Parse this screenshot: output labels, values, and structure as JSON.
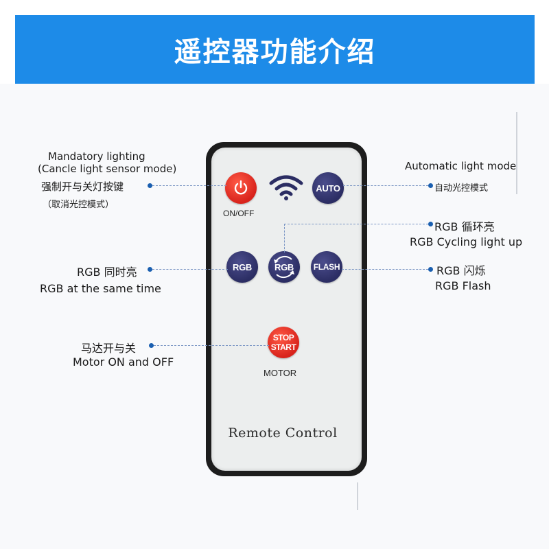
{
  "banner": {
    "title": "遥控器功能介绍"
  },
  "remote": {
    "brand": "Remote Control",
    "buttons": {
      "power_caption": "ON/OFF",
      "auto_label": "AUTO",
      "rgb_label": "RGB",
      "cycle_label": "RGB",
      "flash_label": "FLASH",
      "stop_start_line1": "STOP",
      "stop_start_line2": "START",
      "motor_caption": "MOTOR"
    }
  },
  "annotations": {
    "mandatory": {
      "en_line1": "Mandatory lighting",
      "en_line2": "(Cancle light sensor mode)",
      "zh_line1": "强制开与关灯按键",
      "zh_line2": "（取消光控模式）"
    },
    "auto_mode": {
      "en": "Automatic light mode",
      "zh": "自动光控模式"
    },
    "cycling": {
      "zh": "RGB 循环亮",
      "en": "RGB Cycling light up"
    },
    "same_time": {
      "zh": "RGB 同时亮",
      "en": "RGB at the same time"
    },
    "flash": {
      "zh": "RGB 闪烁",
      "en": "RGB Flash"
    },
    "motor": {
      "zh": "马达开与关",
      "en": "Motor ON and OFF"
    }
  },
  "colors": {
    "banner": "#1d8be8",
    "button_red": "#d8231c",
    "button_navy": "#2b2d63",
    "leader_dot": "#1a5fb0"
  }
}
